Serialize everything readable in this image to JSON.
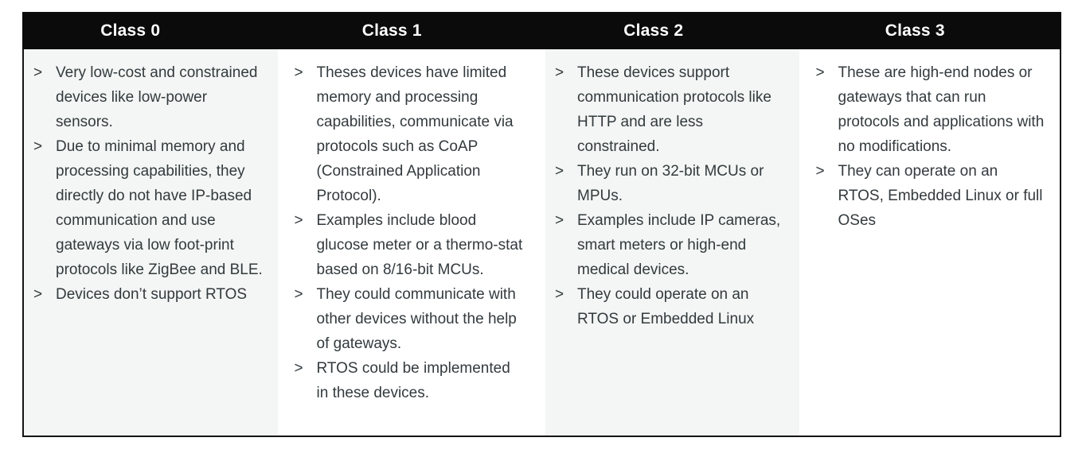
{
  "table": {
    "bullet_marker": ">",
    "colors": {
      "header_bg": "#0b0b0b",
      "header_text": "#ffffff",
      "shaded_cell_bg": "#f3f6f4",
      "body_text": "#333a3d",
      "border": "#141414"
    },
    "columns": [
      {
        "header": "Class 0",
        "bullets": [
          "Very low-cost and constrained devices like low-power sensors.",
          "Due to minimal memory and processing capabilities, they directly do not have IP-based communication and use gateways via low foot-print protocols like ZigBee and BLE.",
          "Devices don’t support RTOS"
        ]
      },
      {
        "header": "Class 1",
        "bullets": [
          "Theses devices have limited memory and processing capabilities, communicate via protocols such as CoAP (Constrained Application Protocol).",
          "Examples include blood glucose meter or a thermo-stat based on 8/16-bit MCUs.",
          "They could communicate with other devices without the help of gateways.",
          "RTOS could be implemented in these devices."
        ]
      },
      {
        "header": "Class 2",
        "bullets": [
          "These devices support communication protocols like HTTP and are less constrained.",
          "They run on 32-bit MCUs or MPUs.",
          "Examples include IP cameras, smart meters or high-end medical devices.",
          "They could operate on an RTOS or Embedded Linux"
        ]
      },
      {
        "header": "Class 3",
        "bullets": [
          "These are high-end nodes or gateways that can run protocols and applications with no modifications.",
          "They can operate on an RTOS, Embedded Linux or full OSes"
        ]
      }
    ]
  }
}
